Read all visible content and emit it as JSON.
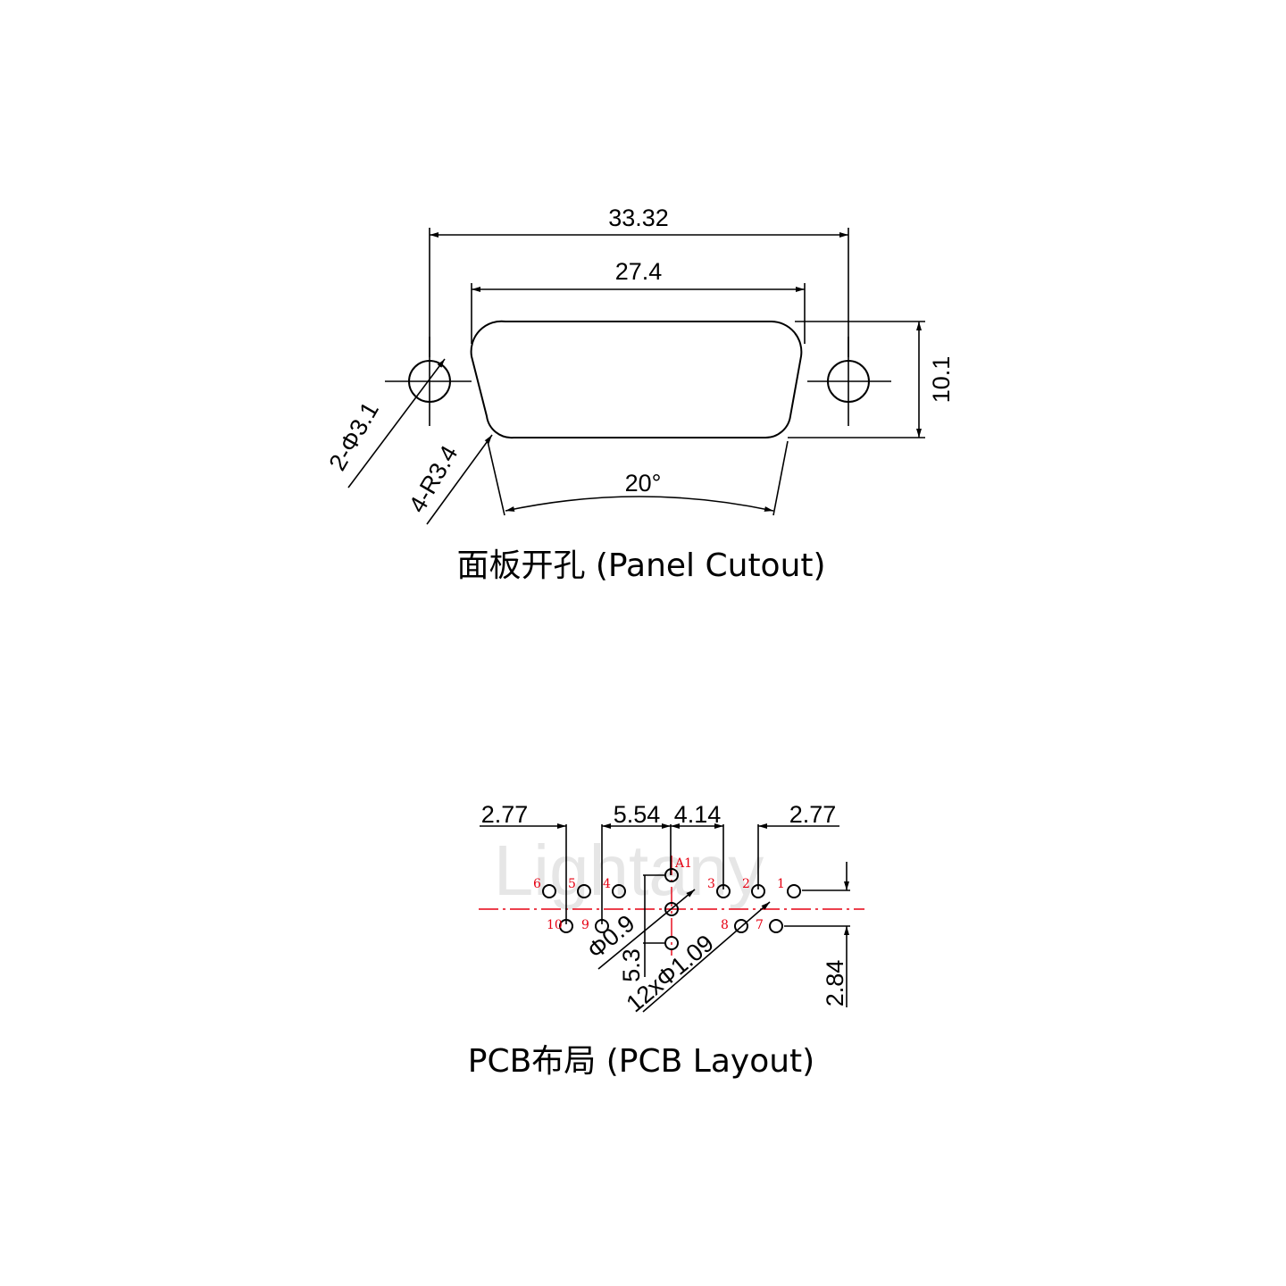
{
  "panel": {
    "title": "面板开孔 (Panel Cutout)",
    "dims": {
      "overall_width": "33.32",
      "cutout_width": "27.4",
      "height": "10.1",
      "holes": "2-Φ3.1",
      "radius": "4-R3.4",
      "angle": "20°"
    }
  },
  "pcb": {
    "title": "PCB布局 (PCB Layout)",
    "watermark": "Lightany",
    "dims": {
      "left_pitch": "2.77",
      "mid_pitch": "5.54",
      "center_pitch": "4.14",
      "right_pitch": "2.77",
      "small_hole": "Φ0.9",
      "row_offset": "5.3",
      "holes": "12xΦ1.09",
      "row_spacing": "2.84"
    },
    "pin_labels": {
      "a1": "A1",
      "p1": "1",
      "p2": "2",
      "p3": "3",
      "p4": "4",
      "p5": "5",
      "p6": "6",
      "p7": "7",
      "p8": "8",
      "p9": "9",
      "p10": "10"
    }
  }
}
